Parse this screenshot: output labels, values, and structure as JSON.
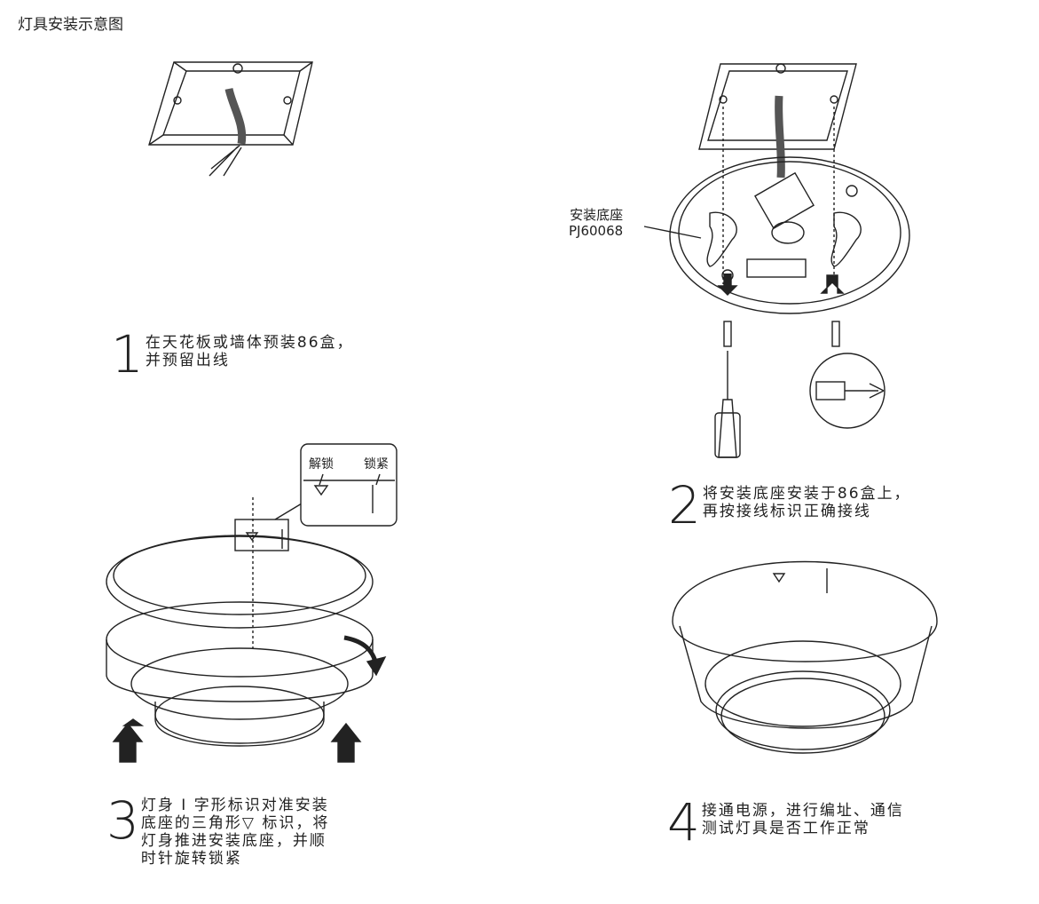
{
  "title": "灯具安装示意图",
  "base_label": {
    "name": "安装底座",
    "model": "PJ60068"
  },
  "lock_labels": {
    "unlock": "解锁",
    "lock": "锁紧"
  },
  "steps": [
    {
      "number": "1",
      "lines": [
        "在天花板或墙体预装86盒，",
        "并预留出线"
      ]
    },
    {
      "number": "2",
      "lines": [
        "将安装底座安装于86盒上，",
        "再按接线标识正确接线"
      ]
    },
    {
      "number": "3",
      "lines": [
        "灯身 I 字形标识对准安装",
        "底座的三角形▽ 标识，将",
        "灯身推进安装底座，并顺",
        "时针旋转锁紧"
      ]
    },
    {
      "number": "4",
      "lines": [
        "接通电源，进行编址、通信",
        "测试灯具是否工作正常"
      ]
    }
  ]
}
